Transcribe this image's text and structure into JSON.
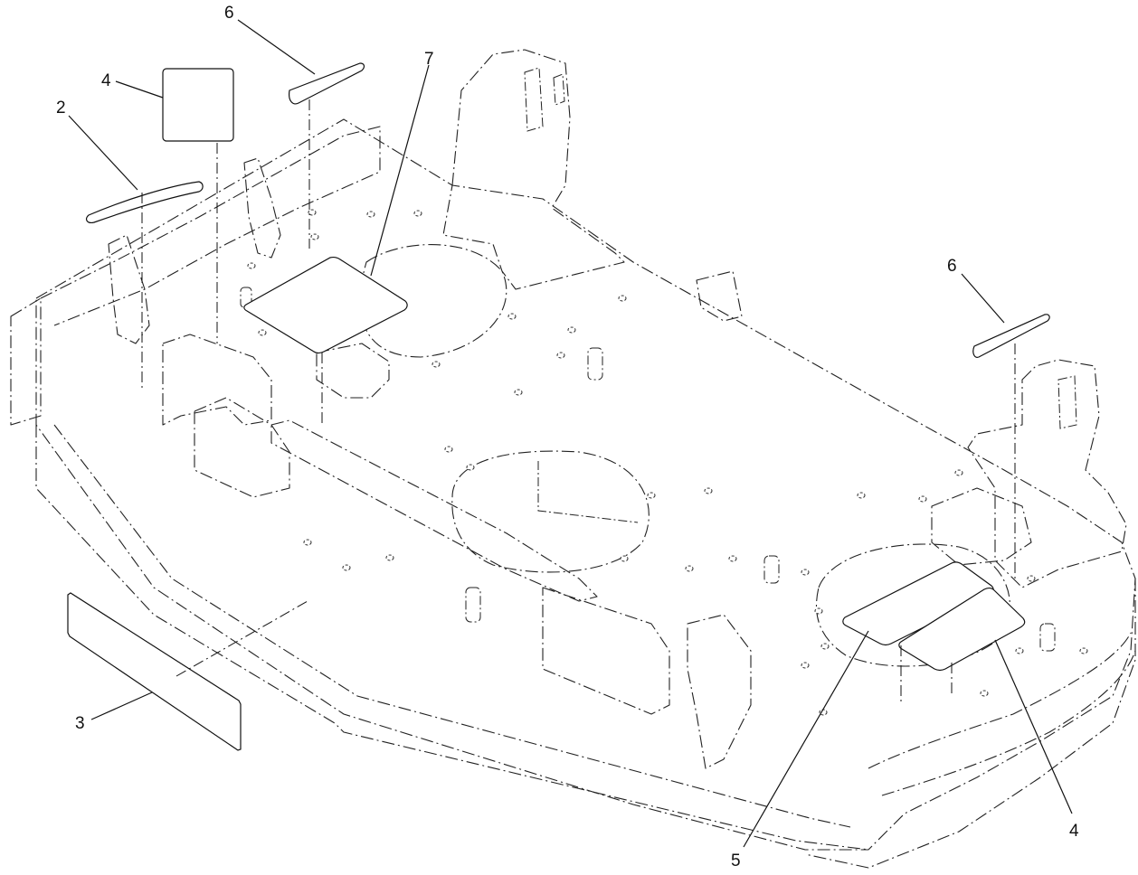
{
  "diagram": {
    "callouts": {
      "c2": "2",
      "c3": "3",
      "c4_top": "4",
      "c4_bottom": "4",
      "c5": "5",
      "c6_top": "6",
      "c6_right": "6",
      "c7": "7"
    }
  }
}
